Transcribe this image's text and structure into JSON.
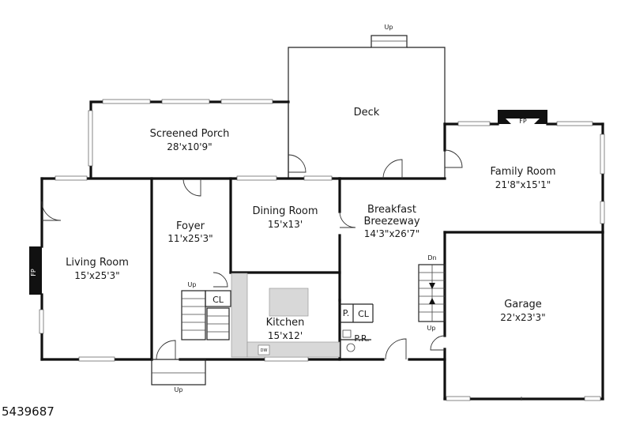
{
  "rooms": {
    "screened_porch": {
      "name": "Screened Porch",
      "dims": "28'x10'9\""
    },
    "deck": {
      "name": "Deck"
    },
    "family_room": {
      "name": "Family Room",
      "dims": "21'8\"x15'1\""
    },
    "living_room": {
      "name": "Living Room",
      "dims": "15'x25'3\""
    },
    "foyer": {
      "name": "Foyer",
      "dims": "11'x25'3\""
    },
    "dining_room": {
      "name": "Dining Room",
      "dims": "15'x13'"
    },
    "breakfast": {
      "name_line1": "Breakfast",
      "name_line2": "Breezeway",
      "dims": "14'3\"x26'7\""
    },
    "kitchen": {
      "name": "Kitchen",
      "dims": "15'x12'"
    },
    "garage": {
      "name": "Garage",
      "dims": "22'x23'3\""
    }
  },
  "labels": {
    "fp": "FP",
    "up": "Up",
    "dn": "Dn",
    "cl": "CL",
    "pantry": "P.",
    "powder_room": "P.R.",
    "dw": "DW"
  },
  "listing_id": "5439687"
}
